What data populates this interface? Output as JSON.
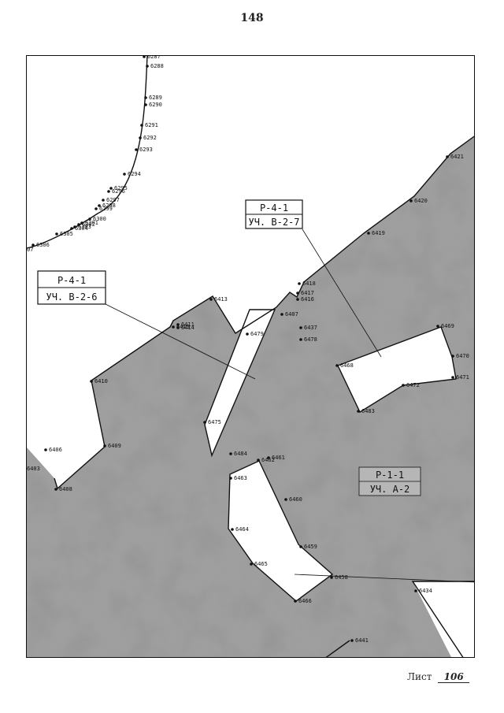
{
  "page": {
    "number": "148"
  },
  "footer": {
    "sheet_label": "Лист",
    "sheet_number": "106"
  },
  "colors": {
    "parcel_fill": "#9e9e9e",
    "parcel_speckle": "#5a5a5a",
    "boundary": "#111111",
    "background": "#ffffff"
  },
  "parcels": {
    "p41_b27": {
      "line1": "Р-4-1",
      "line2": "УЧ. В-2-7"
    },
    "p41_b26": {
      "line1": "Р-4-1",
      "line2": "УЧ. В-2-6"
    },
    "p11_a2": {
      "line1": "Р-1-1",
      "line2": "УЧ. А-2"
    }
  },
  "points": {
    "arc": [
      "6287",
      "6288",
      "6289",
      "6290",
      "6291",
      "6292",
      "6293",
      "6294",
      "6295",
      "6296",
      "6297",
      "6298",
      "6299",
      "6300",
      "6301",
      "6302",
      "6303",
      "6304",
      "6305",
      "6306",
      "07"
    ],
    "main": [
      "6421",
      "6420",
      "6419",
      "6418",
      "6417",
      "6416",
      "6413",
      "6411",
      "6410",
      "6409",
      "6408",
      "6406",
      "6407",
      "6437",
      "6478",
      "6479",
      "6414",
      "6415"
    ],
    "island_2": [
      "6469",
      "6470",
      "6471",
      "6472",
      "6468",
      "6483"
    ],
    "island_1": [
      "6475",
      "6484"
    ],
    "island_3": [
      "6463",
      "6461",
      "6462",
      "6460",
      "6464",
      "6459",
      "6465",
      "6458",
      "6466",
      "6434",
      "6441",
      "6403"
    ]
  }
}
